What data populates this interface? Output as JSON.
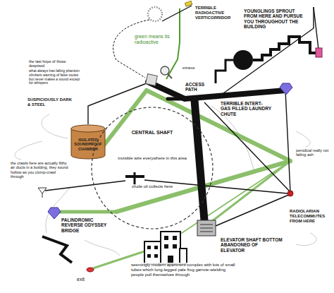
{
  "diagram": {
    "nodes": [
      {
        "text": [
          "ISOLATED SOUNDPROOF CHAMBER"
        ]
      },
      {
        "text": [
          "CENTRAL SHAFT",
          "invisible wire everywhere in this area",
          "crude oil collects here"
        ]
      }
    ],
    "labels": [
      "TERRIBLE RADIOACTIVE VERTICORRIDOR",
      "green means its radioactive",
      "YOUNGLINGS SPROUT FROM HERE AND PURSUE YOU THROUGHOUT THE BUILDING",
      "the last hope of those despised",
      "what always has falling phantom climbers warning of false routes but never makes a sound except for whispers",
      "SUSPICIOUSLY DARK & STEEL",
      "entrance",
      "ACCESS PATH",
      "TERRIBLE INTERT-GAS FILLED LAUNDRY CHUTE",
      "the crawls here are actually filthy air ducts in a building, they sound hollow as you clomp-crawl through",
      "perodical really not falling ash",
      "PALINDROMIC REVERSE ODYSSEY BRIDGE",
      "RADIOLARIAN TELECOMMUTES FROM HERE",
      "ELEVATOR SHAFT BOTTOM ABANDONED OF ELEVATOR",
      "seemingly modern apartment complex with lots of small tubes which long-legged pale frog garrote-wielding people pull themselves through",
      "exit"
    ]
  }
}
